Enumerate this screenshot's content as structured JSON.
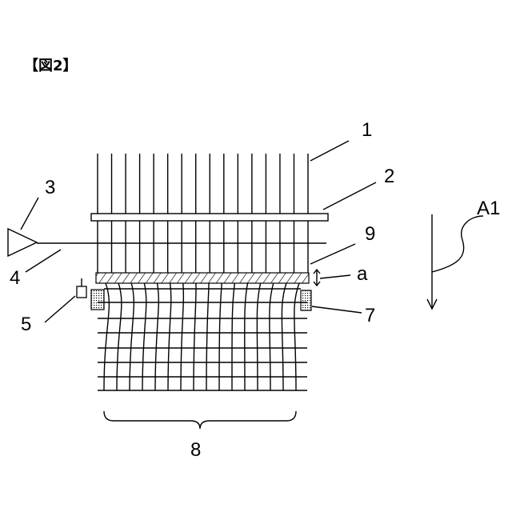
{
  "figure": {
    "caption": "【図2】"
  },
  "labels": {
    "l1": "1",
    "l2": "2",
    "l3": "3",
    "l4": "4",
    "l5": "5",
    "l7": "7",
    "l8": "8",
    "l9": "9",
    "la": "a",
    "lA1": "A1"
  }
}
